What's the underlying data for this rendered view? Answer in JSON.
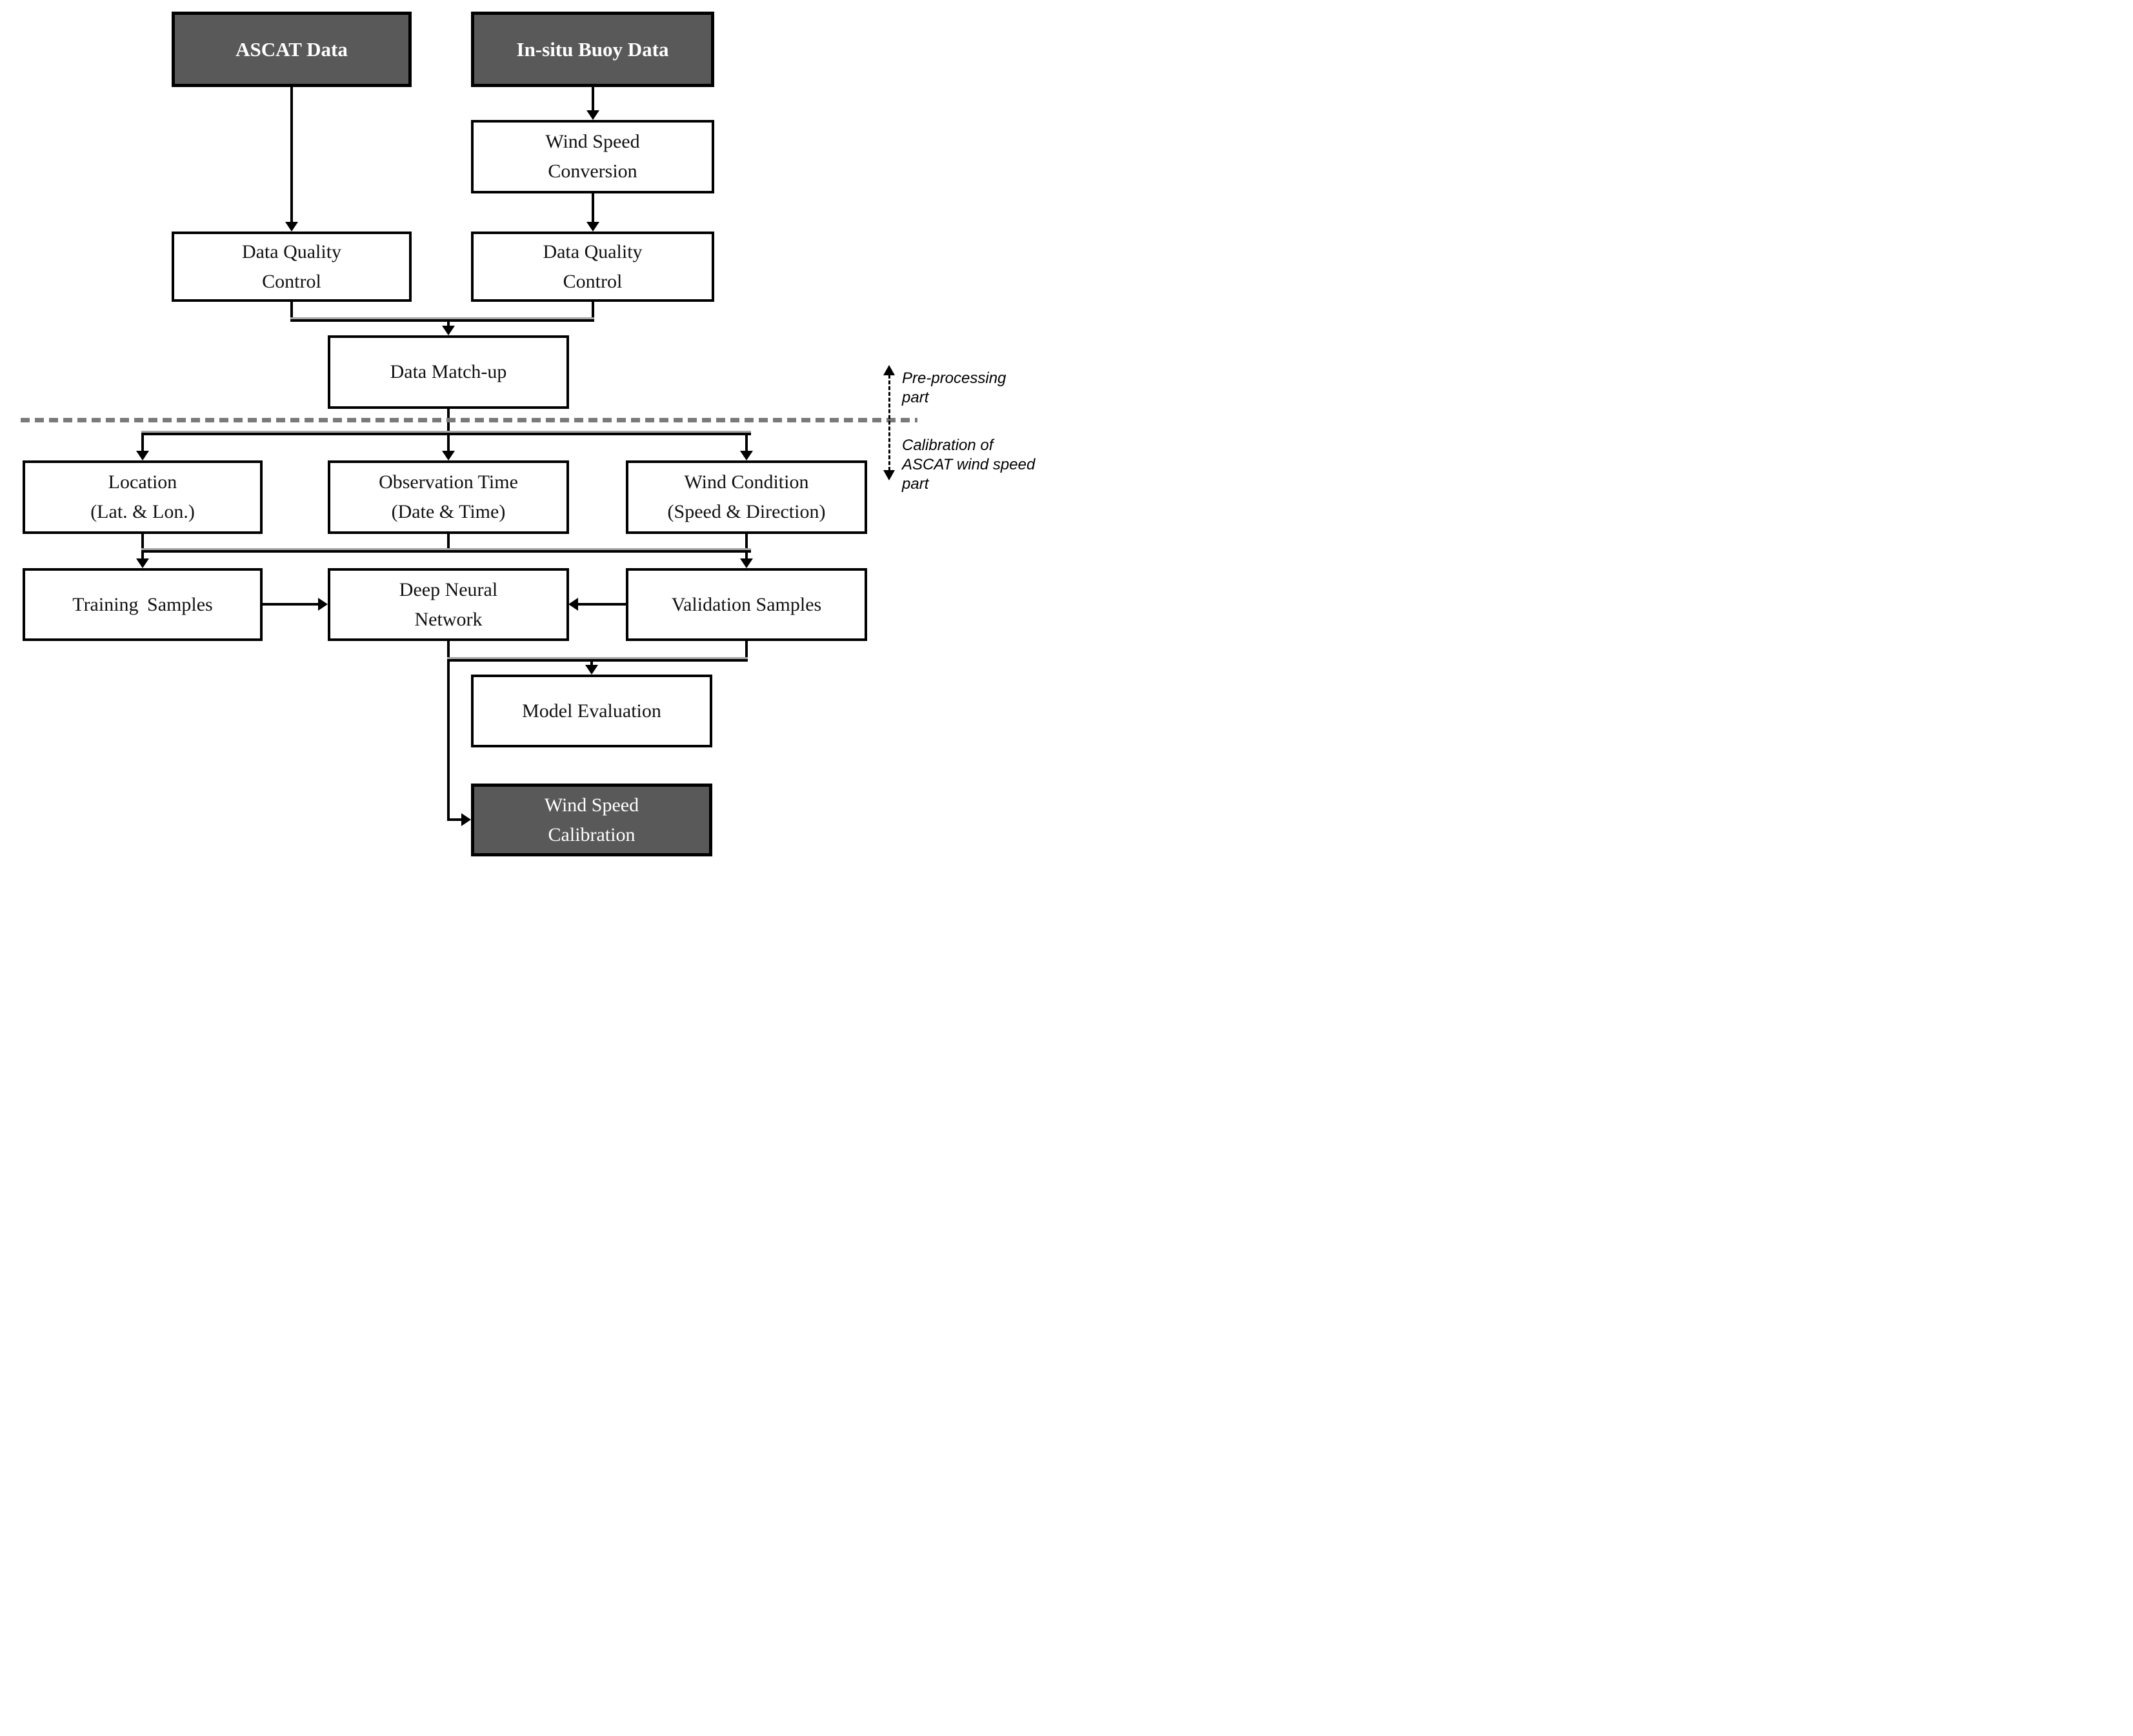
{
  "diagram": {
    "colors": {
      "dark_box_fill": "#595959",
      "box_border": "#000000",
      "divider_gray": "#7a7a7a",
      "line_shadow_gray": "#a6a6a6",
      "dark_box_text": "#ffffff"
    },
    "nodes": {
      "ascat": {
        "line1": "ASCAT Data"
      },
      "insitu": {
        "line1": "In-situ Buoy Data"
      },
      "wsc": {
        "line1": "Wind Speed",
        "line2": "Conversion"
      },
      "dqc1": {
        "line1": "Data Quality",
        "line2": "Control"
      },
      "dqc2": {
        "line1": "Data Quality",
        "line2": "Control"
      },
      "matchup": {
        "line1": "Data Match-up"
      },
      "location": {
        "line1": "Location",
        "line2": "(Lat. & Lon.)"
      },
      "obstime": {
        "line1": "Observation Time",
        "line2": "(Date & Time)"
      },
      "windcond": {
        "line1": "Wind Condition",
        "line2": "(Speed & Direction)"
      },
      "training": {
        "line1": "Training Samples"
      },
      "dnn": {
        "line1": "Deep Neural",
        "line2": "Network"
      },
      "validation": {
        "line1": "Validation Samples"
      },
      "modeleval": {
        "line1": "Model Evaluation"
      },
      "wscal": {
        "line1": "Wind Speed",
        "line2": "Calibration"
      }
    },
    "annotations": {
      "pre": {
        "line1": "Pre-processing",
        "line2": "part"
      },
      "cal": {
        "line1": "Calibration of",
        "line2": "ASCAT wind speed",
        "line3": "part"
      }
    }
  }
}
